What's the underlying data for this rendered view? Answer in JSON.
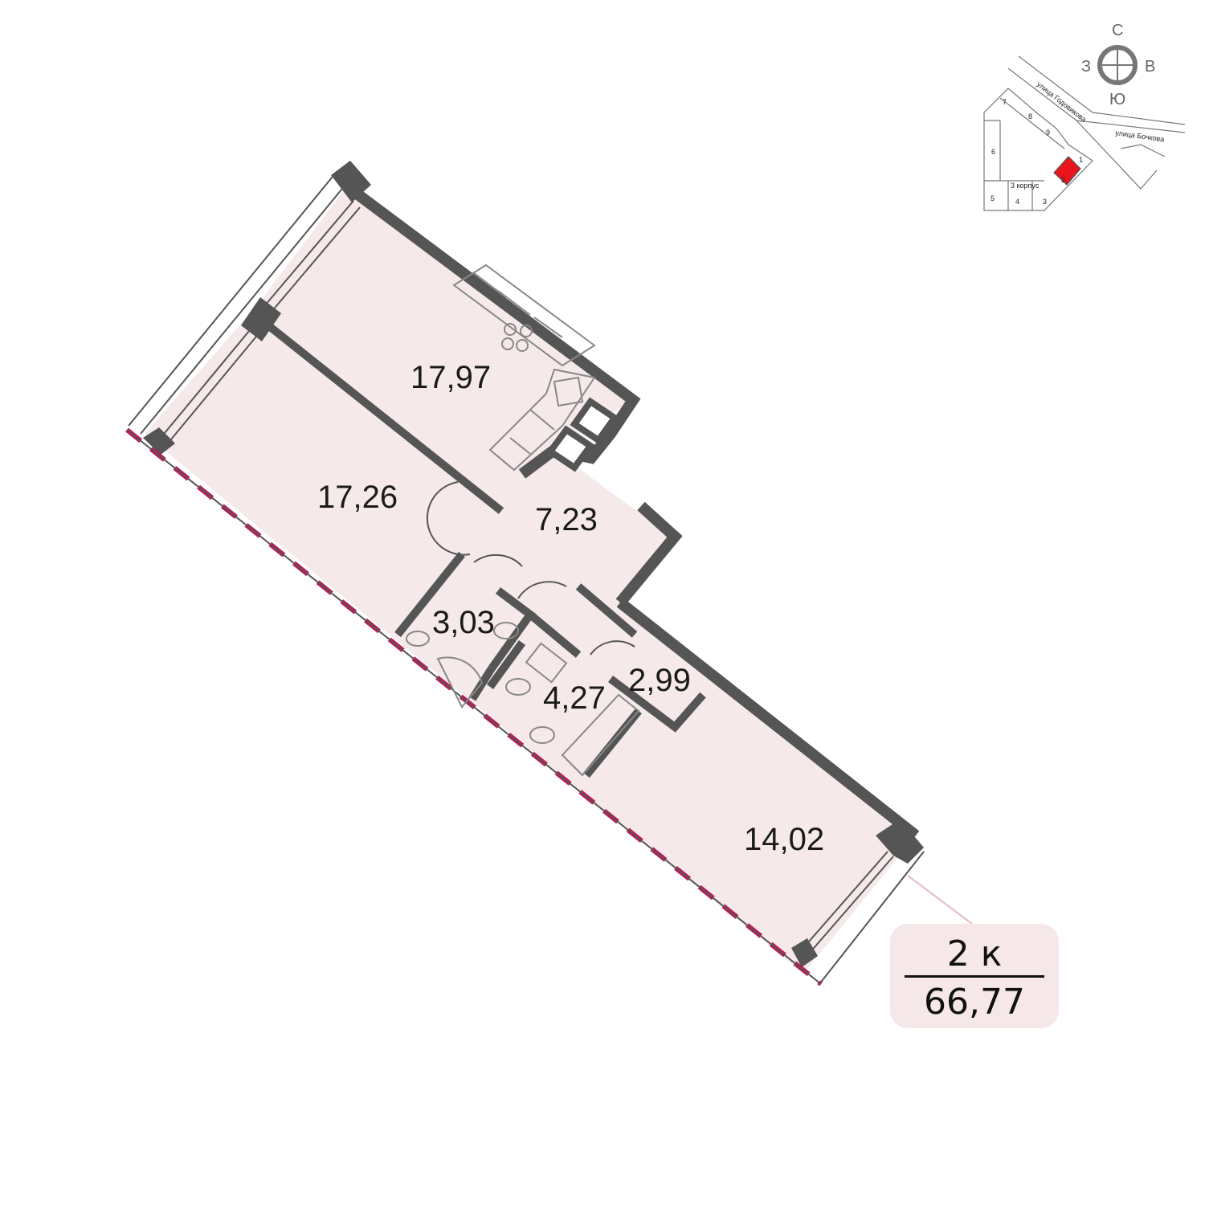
{
  "rooms": [
    {
      "id": "kitchen",
      "area": "17,97"
    },
    {
      "id": "bedroom",
      "area": "17,26"
    },
    {
      "id": "hall",
      "area": "7,23"
    },
    {
      "id": "bath1",
      "area": "3,03"
    },
    {
      "id": "bath2",
      "area": "4,27"
    },
    {
      "id": "closet",
      "area": "2,99"
    },
    {
      "id": "living",
      "area": "14,02"
    }
  ],
  "summary": {
    "rooms": "2 к",
    "area": "66,77"
  },
  "compass": {
    "n": "С",
    "s": "Ю",
    "w": "З",
    "e": "В"
  },
  "site_plan": {
    "streets": [
      "улица Годовикова",
      "улица Бочкова"
    ],
    "building_label": "3 корпус",
    "sections": [
      "1",
      "2",
      "3",
      "4",
      "5",
      "6",
      "7",
      "8",
      "9"
    ],
    "highlight_section": "2",
    "highlight_color": "#e8161c"
  },
  "colors": {
    "wall": "#555555",
    "floor": "#f6e9ea",
    "accent": "#c2185b"
  }
}
